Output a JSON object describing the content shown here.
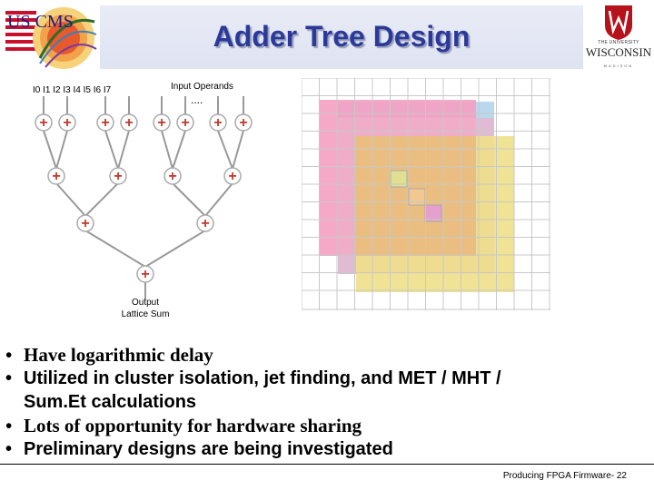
{
  "header": {
    "title": "Adder Tree Design",
    "left_logo_text": "US CMS",
    "uw_university": "THE UNIVERSITY",
    "uw_wisconsin": "WISCONSIN",
    "uw_madison": "MADISON"
  },
  "tree": {
    "inputs_label": "I0 I1 I2 I3 I4 I5 I6 I7",
    "operands_label": "Input Operands",
    "ellipsis": "....",
    "output_label_1": "Output",
    "output_label_2": "Lattice Sum",
    "adder_symbol": "+"
  },
  "bullets": [
    {
      "marker": "•",
      "text": "Have logarithmic delay"
    },
    {
      "marker": "•",
      "text": "Utilized in cluster isolation, jet finding, and MET / MHT /"
    },
    {
      "marker": "",
      "text": "Sum.Et calculations"
    },
    {
      "marker": "•",
      "text": "Lots of opportunity for hardware sharing"
    },
    {
      "marker": "•",
      "text": "Preliminary designs are being investigated"
    }
  ],
  "footer": {
    "text": "Producing FPGA Firmware- 22"
  },
  "colors": {
    "title": "#2b3a9a",
    "adder_red": "#c0392b",
    "grid_pink": "#f5a0c0",
    "grid_blue": "#b9d8ee",
    "grid_yellow": "#f0e08a",
    "grid_orange": "#e9b87e"
  }
}
